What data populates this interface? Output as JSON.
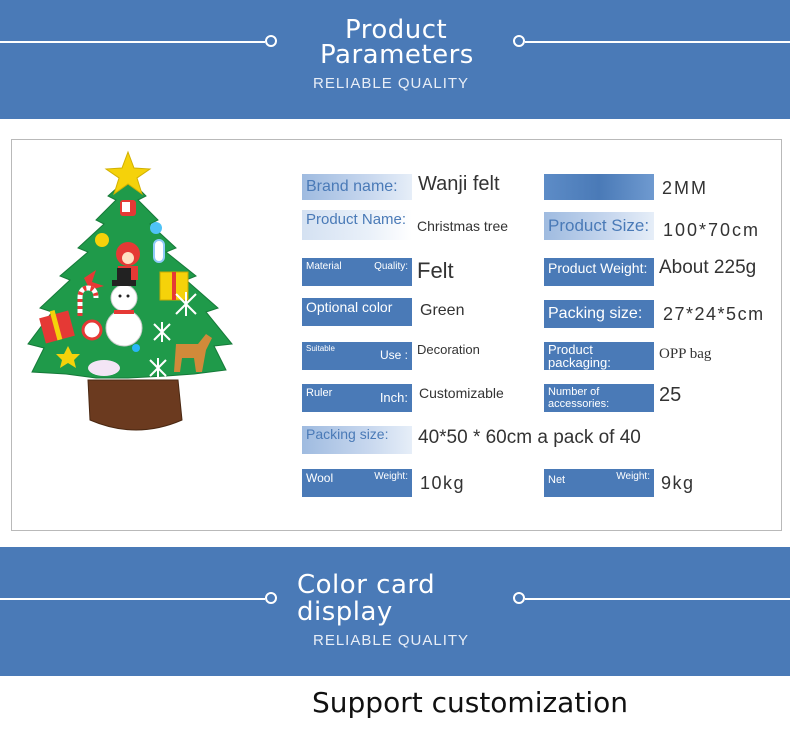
{
  "header": {
    "title_line1": "Product",
    "title_line2": "Parameters",
    "subtitle": "RELIABLE QUALITY"
  },
  "params": {
    "brand_name_label": "Brand name:",
    "brand_name_value": "Wanji felt",
    "thickness_value": "2MM",
    "product_name_label": "Product Name:",
    "product_name_value": "Christmas tree",
    "product_size_label": "Product Size:",
    "product_size_value": "100*70cm",
    "material_label_left": "Material",
    "material_label_right": "Quality:",
    "material_value": "Felt",
    "product_weight_label": "Product Weight:",
    "product_weight_value": "About 225g",
    "optional_color_label": "Optional color",
    "optional_color_value": "Green",
    "packing_size_label": "Packing size:",
    "packing_size_value": "27*24*5cm",
    "suitable_label_left": "Suitable",
    "suitable_label_right": "Use :",
    "suitable_value": "Decoration",
    "product_packaging_label_1": "Product",
    "product_packaging_label_2": "packaging:",
    "product_packaging_value": "OPP bag",
    "ruler_label_left": "Ruler",
    "ruler_label_right": "Inch:",
    "ruler_value": "Customizable",
    "accessories_label_1": "Number of",
    "accessories_label_2": "accessories:",
    "accessories_value": "25",
    "packing_label": "Packing size:",
    "packing_value": "40*50 * 60cm a pack of 40",
    "wool_label_left": "Wool",
    "wool_label_right": "Weight:",
    "wool_value": "10kg",
    "net_label_left": "Net",
    "net_label_right": "Weight:",
    "net_value": "9kg"
  },
  "section2": {
    "title_line1": "Color card",
    "title_line2": "display",
    "subtitle": "RELIABLE QUALITY"
  },
  "footer": {
    "text": "Support customization"
  },
  "colors": {
    "banner": "#4a7ab7",
    "tree_green": "#1f9a4a",
    "trunk": "#6b3a1f",
    "star": "#f5d20a"
  }
}
